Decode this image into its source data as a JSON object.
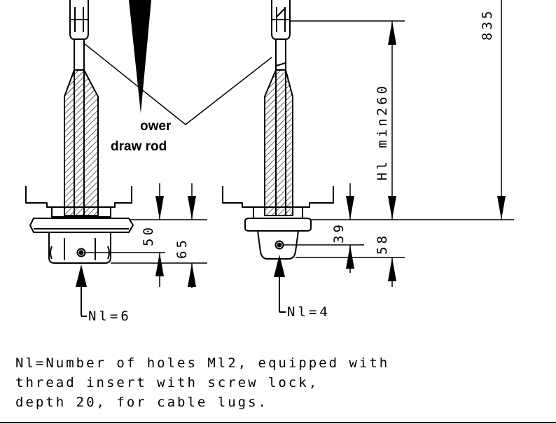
{
  "dimensions": {
    "overall_height": "835",
    "hl_min": "Hl min260",
    "left_dim_a": "50",
    "left_dim_b": "65",
    "right_dim_a": "39",
    "right_dim_b": "58"
  },
  "labels": {
    "draw_rod_line1": "ower",
    "draw_rod_line2": "draw rod",
    "left_holes": "Nl=6",
    "right_holes": "Nl=4"
  },
  "note": {
    "line1": "Nl=Number of holes Ml2, equipped with",
    "line2": "thread insert with screw lock,",
    "line3": "depth 20, for cable lugs."
  }
}
